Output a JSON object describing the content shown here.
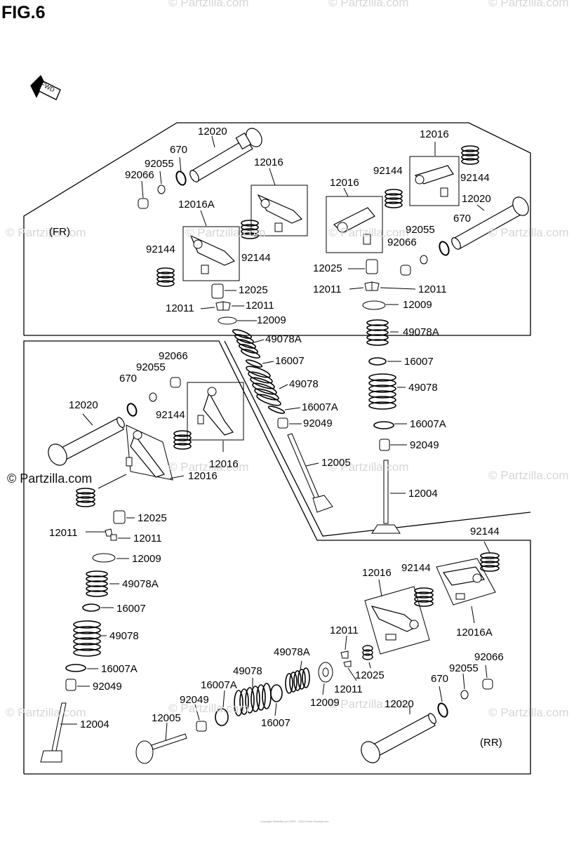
{
  "figure": {
    "title": "FIG.6",
    "fwd_label": "FWD"
  },
  "sections": {
    "front": "(FR)",
    "rear": "(RR)"
  },
  "watermark": {
    "text": "© Partzilla.com",
    "prominent_text": "© Partzilla.com",
    "color": "#d6d6d6"
  },
  "copyright": "Copyright Partzilla.com 2002 - 2024 Fiche Products Inc.",
  "labels": {
    "fr_12020": "12020",
    "fr_670": "670",
    "fr_92055": "92055",
    "fr_92066": "92066",
    "fr_12016_top": "12016",
    "fr_12016A": "12016A",
    "fr_92144_left": "92144",
    "fr_92144_mid": "92144",
    "fr_12025": "12025",
    "fr_12011_left": "12011",
    "fr_12011_right": "12011",
    "fr_12009": "12009",
    "fr_49078A": "49078A",
    "fr_16007": "16007",
    "fr_49078": "49078",
    "fr_16007A": "16007A",
    "fr_92049": "92049",
    "fr_12005": "12005",
    "fr_12016_lower": "12016",
    "fr_92144_lower": "92144",
    "fr_92066_lower": "92066",
    "fr_92055_lower": "92055",
    "fr_670_lower": "670",
    "fr_12020_lower": "12020",
    "fr_12016_arm": "12016",
    "r_12016_top": "12016",
    "r_92144_top": "92144",
    "r_92144_right": "92144",
    "r_12016_mid": "12016",
    "r_12020": "12020",
    "r_670": "670",
    "r_92055": "92055",
    "r_92066": "92066",
    "r_12025": "12025",
    "r_12011_left": "12011",
    "r_12011_right": "12011",
    "r_12009": "12009",
    "r_49078A": "49078A",
    "r_16007": "16007",
    "r_49078": "49078",
    "r_16007A": "16007A",
    "r_92049": "92049",
    "r_12004": "12004",
    "l_12025": "12025",
    "l_12011_left": "12011",
    "l_12011_right": "12011",
    "l_12009": "12009",
    "l_49078A": "49078A",
    "l_16007": "16007",
    "l_49078": "49078",
    "l_16007A": "16007A",
    "l_92049": "92049",
    "l_12004": "12004",
    "rr_92144_top": "92144",
    "rr_92144_mid": "92144",
    "rr_12016": "12016",
    "rr_12016A": "12016A",
    "rr_12011_top": "12011",
    "rr_12011_bottom": "12011",
    "rr_12025": "12025",
    "rr_49078A": "49078A",
    "rr_12009": "12009",
    "rr_49078": "49078",
    "rr_16007A": "16007A",
    "rr_16007": "16007",
    "rr_92049": "92049",
    "rr_12005": "12005",
    "rr_670": "670",
    "rr_92055": "92055",
    "rr_92066": "92066",
    "rr_12020": "12020"
  }
}
